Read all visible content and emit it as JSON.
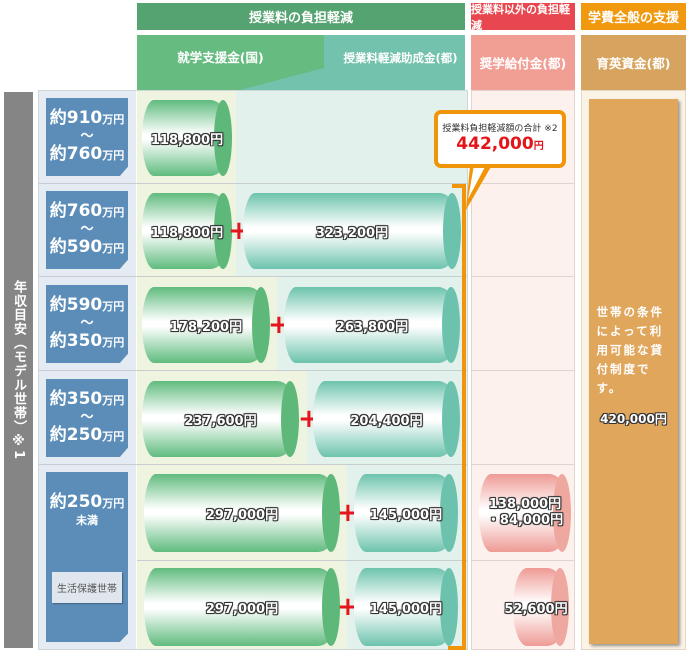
{
  "headers": {
    "tuition_reduction": "授業料の負担軽減",
    "non_tuition_reduction": "授業料以外の負担軽減",
    "general_support": "学費全般の支援"
  },
  "subheaders": {
    "national_support": "就学支援金(国)",
    "tuition_subsidy": "授業料軽減助成金(都)",
    "scholarship_grant": "奨学給付金(都)",
    "scholarship_fund": "育英資金(都)"
  },
  "side_label": "年収目安（モデル世帯）※1",
  "callout": {
    "title": "授業料負担軽減額の合計 ※2",
    "value": "442,000",
    "unit": "円"
  },
  "rows": [
    {
      "income_top": "約910",
      "income_bottom": "約760",
      "unit": "万円",
      "tilde": "～",
      "national": "118,800円",
      "subsidy": "",
      "grant": ""
    },
    {
      "income_top": "約760",
      "income_bottom": "約590",
      "unit": "万円",
      "tilde": "～",
      "national": "118,800円",
      "subsidy": "323,200円",
      "grant": ""
    },
    {
      "income_top": "約590",
      "income_bottom": "約350",
      "unit": "万円",
      "tilde": "～",
      "national": "178,200円",
      "subsidy": "263,800円",
      "grant": ""
    },
    {
      "income_top": "約350",
      "income_bottom": "約250",
      "unit": "万円",
      "tilde": "～",
      "national": "237,600円",
      "subsidy": "204,400円",
      "grant": ""
    },
    {
      "income_top": "約250",
      "income_note": "未満",
      "unit": "万円",
      "national": "297,000円",
      "subsidy": "145,000円",
      "grant": "138,000円",
      "grant2": "・84,000円"
    },
    {
      "welfare_label": "生活保護世帯",
      "national": "297,000円",
      "subsidy": "145,000円",
      "grant": "52,600円"
    }
  ],
  "plus_sign": "+",
  "general_support_box": {
    "text": "世帯の条件によって利用可能な貸付制度です。",
    "amount": "420,000円"
  },
  "colors": {
    "tuition_header": "#54a370",
    "non_tuition_header": "#e8474f",
    "general_header": "#f0990f",
    "national": "#66bb80",
    "subsidy": "#73c2ad",
    "grant": "#f19e95",
    "fund": "#e0a65c",
    "income_box": "#5b8db8",
    "callout_border": "#f0950a",
    "callout_value": "#e3141a"
  }
}
